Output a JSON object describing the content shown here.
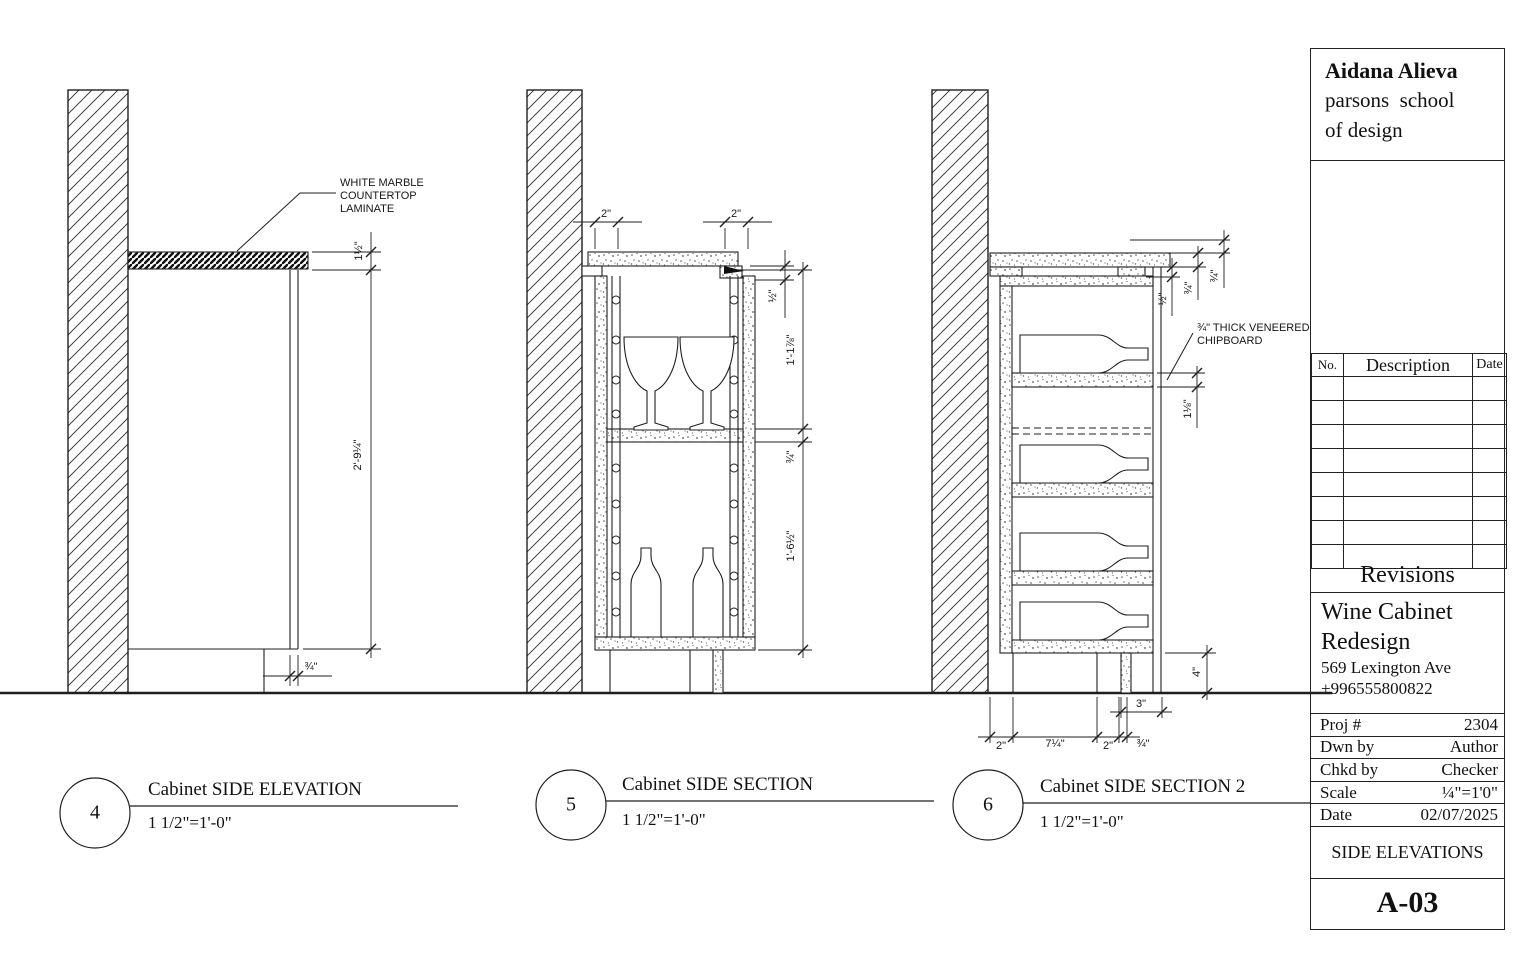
{
  "colors": {
    "line": "#1f1f1f",
    "text": "#161616"
  },
  "elevation": {
    "number": "4",
    "title": "Cabinet SIDE ELEVATION",
    "scale": "1 1/2\"=1'-0\"",
    "note_line1": "WHITE MARBLE",
    "note_line2": "COUNTERTOP",
    "note_line3": "LAMINATE",
    "dim_countertop": "1½\"",
    "dim_height": "2'-9¼\"",
    "dim_panel": "¾\""
  },
  "section": {
    "number": "5",
    "title": "Cabinet SIDE SECTION",
    "scale": "1 1/2\"=1'-0\"",
    "dim_left_inset": "2\"",
    "dim_right_inset": "2\"",
    "dim_gap": "½\"",
    "dim_upper": "1'-1⅞\"",
    "dim_shelf": "¾\"",
    "dim_lower": "1'-6½\""
  },
  "section2": {
    "number": "6",
    "title": "Cabinet SIDE SECTION 2",
    "scale": "1 1/2\"=1'-0\"",
    "note_line1": "¾\" THICK VENEERED",
    "note_line2": "CHIPBOARD",
    "dim_half": "½\"",
    "dim_34a": "¾\"",
    "dim_34b": "¾\"",
    "dim_shelf": "1⅛\"",
    "dim_leg": "4\"",
    "dim_3": "3\"",
    "dim_2a": "2\"",
    "dim_714": "7¼\"",
    "dim_2b": "2\"",
    "dim_34c": "¾\""
  },
  "titleblock": {
    "author": "Aidana Alieva",
    "school1": "parsons  school",
    "school2": "of design",
    "rev_no": "No.",
    "rev_desc": "Description",
    "rev_date": "Date",
    "revisions": "Revisions",
    "project1": "Wine Cabinet",
    "project2": "Redesign",
    "address": "569 Lexington Ave",
    "phone": "+996555800822",
    "f1_label": "Proj #",
    "f1_value": "2304",
    "f2_label": "Dwn by",
    "f2_value": "Author",
    "f3_label": "Chkd by",
    "f3_value": "Checker",
    "f4_label": "Scale",
    "f4_value": "¼\"=1'0\"",
    "f5_label": "Date",
    "f5_value": "02/07/2025",
    "sheet_title": "SIDE ELEVATIONS",
    "sheet_number": "A-03"
  }
}
